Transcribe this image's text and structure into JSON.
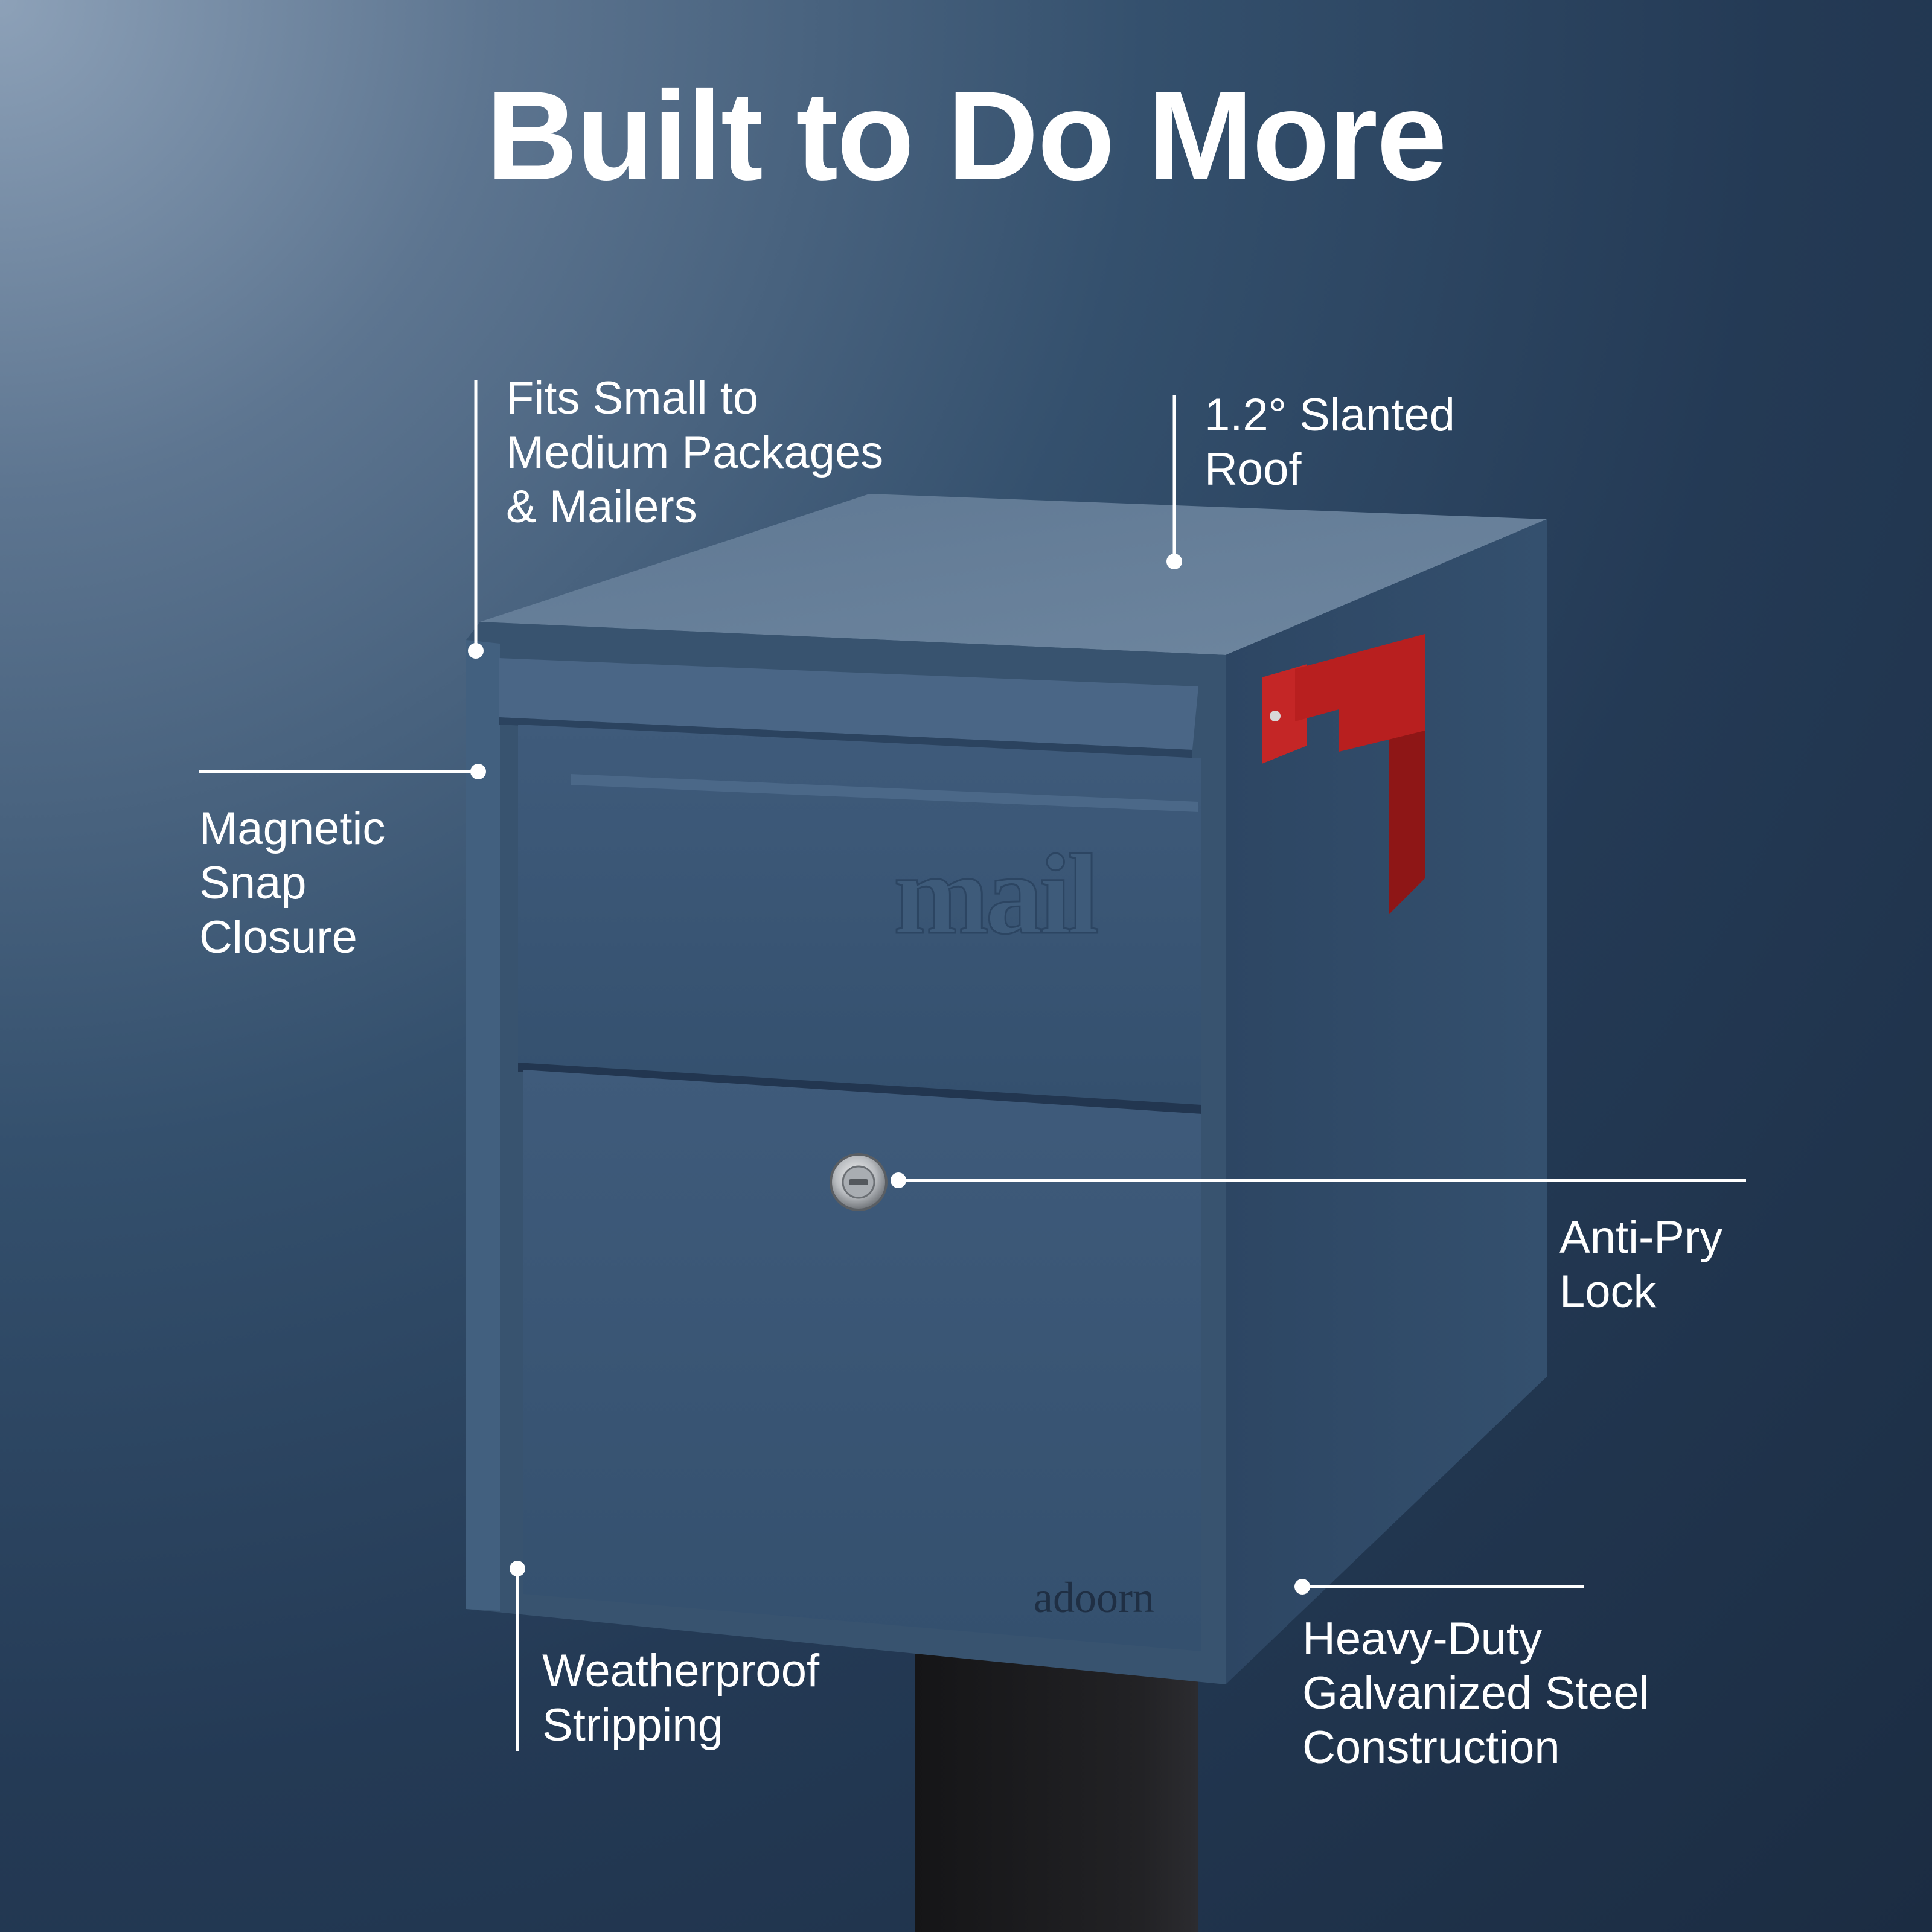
{
  "headline": "Built to Do More",
  "product": {
    "embossed_text": "mail",
    "brand": "adoorn"
  },
  "callouts": {
    "packages": "Fits Small to\nMedium Packages\n& Mailers",
    "roof": "1.2° Slanted\nRoof",
    "closure": "Magnetic\nSnap\nClosure",
    "lock": "Anti-Pry\nLock",
    "stripping": "Weatherproof\nStripping",
    "steel": "Heavy-Duty\nGalvanized Steel\nConstruction"
  },
  "colors": {
    "mailbox_blue": "#3a5574",
    "flag_red": "#b81f1f",
    "post_black": "#1c1c1e",
    "text_white": "#ffffff"
  }
}
